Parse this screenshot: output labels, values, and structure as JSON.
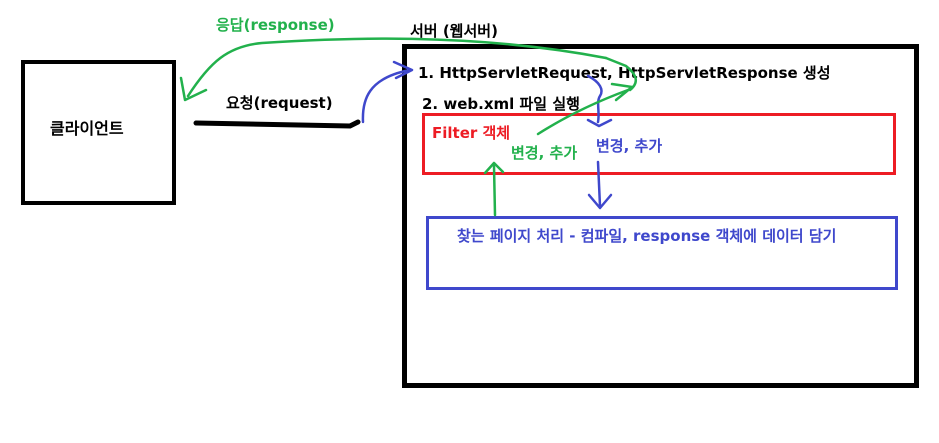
{
  "client": {
    "label": "클라이언트"
  },
  "server": {
    "title": "서버 (웹서버)"
  },
  "arrows": {
    "request_label": "요청(request)",
    "response_label": "응답(response)"
  },
  "steps": {
    "step1": "1. HttpServletRequest, HttpServletResponse 생성",
    "step2": "2. web.xml 파일 실행"
  },
  "filter": {
    "label": "Filter 객체",
    "request_change": "변경, 추가",
    "response_change": "변경, 추가"
  },
  "processing": {
    "label": "찾는 페이지 처리 - 컴파일, response 객체에 데이터 담기"
  },
  "colors": {
    "black": "#000000",
    "green": "#22b14c",
    "blue": "#3f48cc",
    "red": "#ed1c24"
  }
}
